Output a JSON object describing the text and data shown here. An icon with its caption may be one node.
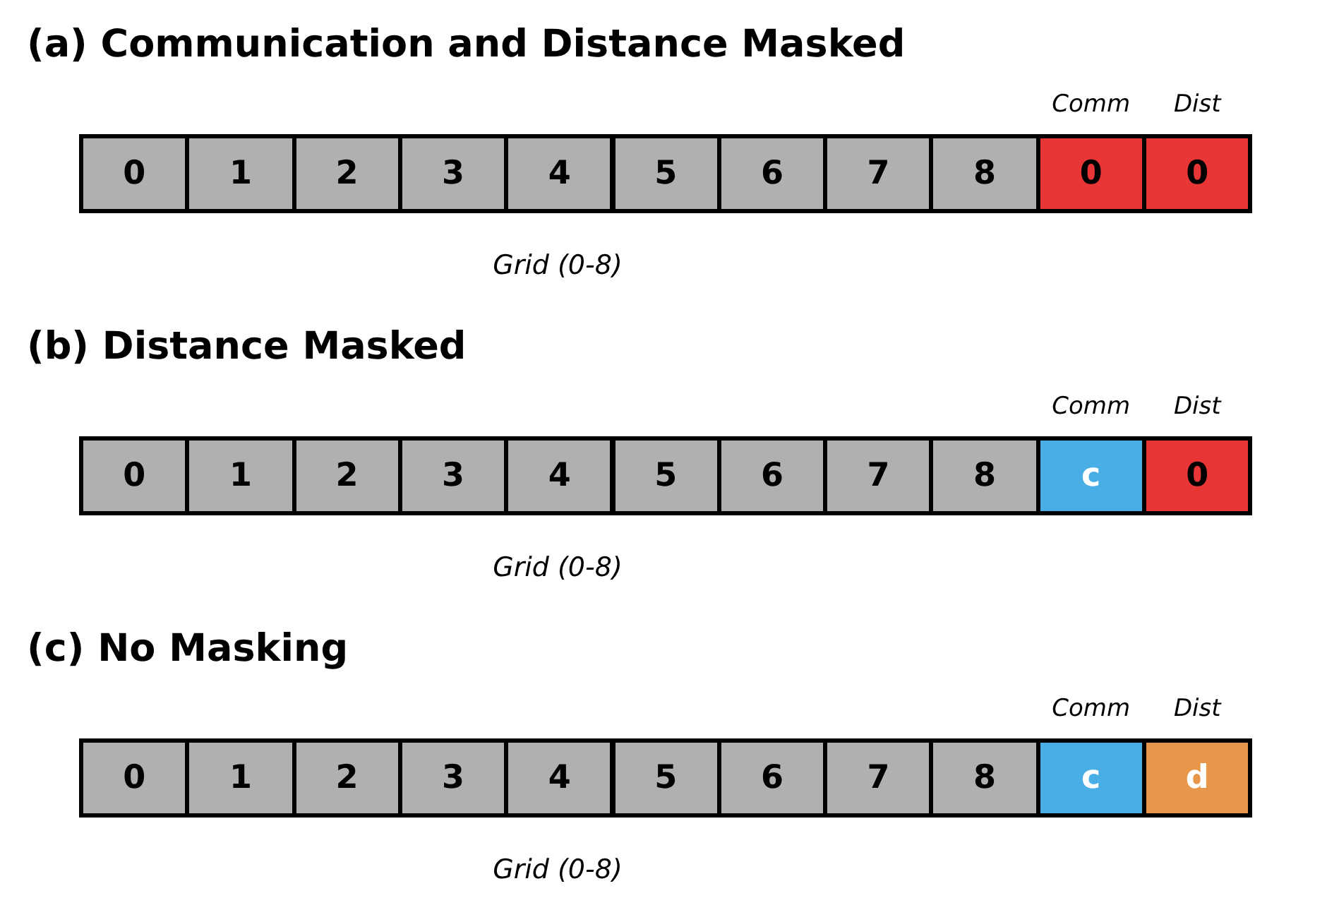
{
  "diagram": {
    "nodes": [
      {
        "text": [
          "0"
        ]
      },
      {
        "text": [
          "1"
        ]
      },
      {
        "text": [
          "2"
        ]
      },
      {
        "text": [
          "3"
        ]
      },
      {
        "text": [
          "4"
        ]
      },
      {
        "text": [
          "5"
        ]
      },
      {
        "text": [
          "6"
        ]
      },
      {
        "text": [
          "7"
        ]
      },
      {
        "text": [
          "8"
        ]
      },
      {
        "text": [
          "0"
        ],
        "beside": [
          "Comm"
        ]
      },
      {
        "text": [
          "0"
        ],
        "beside": [
          "Dist"
        ]
      },
      {
        "text": [
          "0"
        ]
      },
      {
        "text": [
          "1"
        ]
      },
      {
        "text": [
          "2"
        ]
      },
      {
        "text": [
          "3"
        ]
      },
      {
        "text": [
          "4"
        ]
      },
      {
        "text": [
          "5"
        ]
      },
      {
        "text": [
          "6"
        ]
      },
      {
        "text": [
          "7"
        ]
      },
      {
        "text": [
          "8"
        ]
      },
      {
        "text": [
          "c"
        ],
        "beside": [
          "Comm"
        ]
      },
      {
        "text": [
          "0"
        ],
        "beside": [
          "Dist"
        ]
      },
      {
        "text": [
          "0"
        ]
      },
      {
        "text": [
          "1"
        ]
      },
      {
        "text": [
          "2"
        ]
      },
      {
        "text": [
          "3"
        ]
      },
      {
        "text": [
          "4"
        ]
      },
      {
        "text": [
          "5"
        ]
      },
      {
        "text": [
          "6"
        ]
      },
      {
        "text": [
          "7"
        ]
      },
      {
        "text": [
          "8"
        ]
      },
      {
        "text": [
          "c"
        ],
        "beside": [
          "Comm"
        ]
      },
      {
        "text": [
          "d"
        ],
        "beside": [
          "Dist"
        ]
      }
    ],
    "labels": [
      "(a) Communication and Distance Masked",
      "Grid (0-8)",
      "(b) Distance Masked",
      "Grid (0-8)",
      "(c) No Masking",
      "Grid (0-8)"
    ]
  }
}
